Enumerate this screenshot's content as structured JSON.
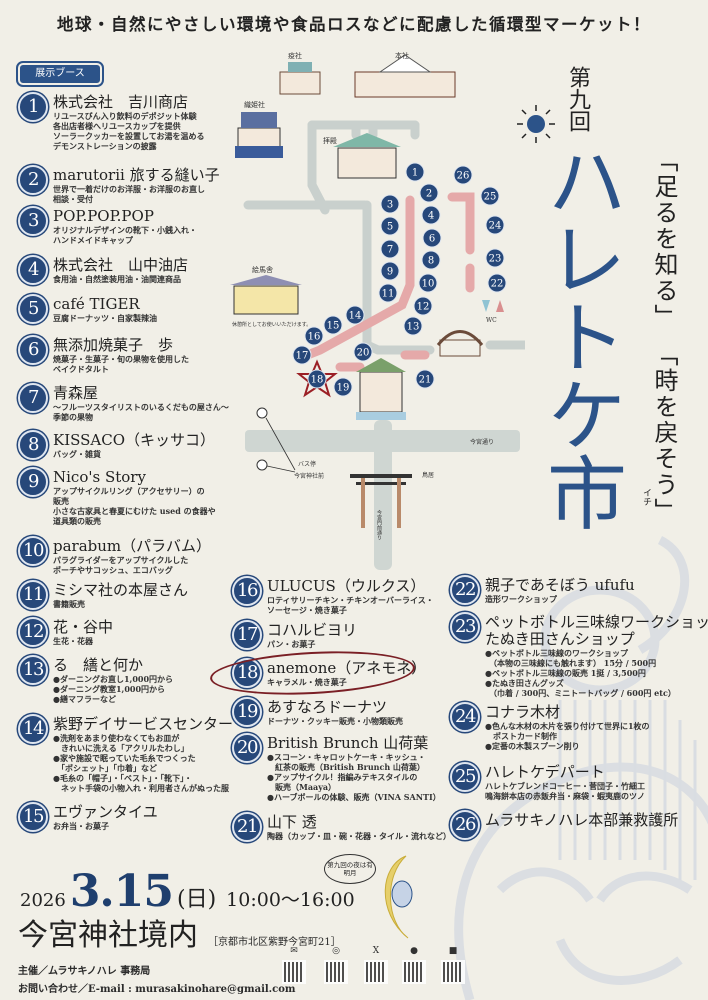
{
  "header": {
    "tagline": "地球・自然にやさしい環境や食品ロスなどに配慮した循環型マーケット！"
  },
  "booth_label": "展示ブース",
  "booths": [
    {
      "num": "1",
      "name": "株式会社　吉川商店",
      "desc": [
        "リユースびん入り飲料のデポジット体験",
        "各出店者様へリユースカップを提供",
        "ソーラークッカーを設置してお湯を温める",
        "デモンストレーションの披露"
      ]
    },
    {
      "num": "2",
      "name": "marutorii 旅する縫い子",
      "desc": [
        "世界で一着だけのお洋服・お洋服のお直し",
        "相談・受付"
      ]
    },
    {
      "num": "3",
      "name": "POP.POP.POP",
      "desc": [
        "オリジナルデザインの靴下・小銭入れ・",
        "ハンドメイドキャップ"
      ]
    },
    {
      "num": "4",
      "name": "株式会社　山中油店",
      "desc": [
        "食用油・自然塗装用油・油関連商品"
      ]
    },
    {
      "num": "5",
      "name": "café TIGER",
      "desc": [
        "豆腐ドーナッツ・自家製辣油"
      ]
    },
    {
      "num": "6",
      "name": "無添加焼菓子　歩",
      "desc": [
        "焼菓子・生菓子・旬の果物を使用した",
        "ベイクドタルト"
      ]
    },
    {
      "num": "7",
      "name": "青森屋",
      "desc": [
        "〜フルーツスタイリストのいるくだもの屋さん〜",
        "季節の果物"
      ]
    },
    {
      "num": "8",
      "name": "KISSACO（キッサコ）",
      "desc": [
        "バッグ・雑貨"
      ]
    },
    {
      "num": "9",
      "name": "Nico's Story",
      "desc": [
        "アップサイクルリング（アクセサリー）の",
        "販売",
        "小さな古家具と春夏にむけた used の食器や",
        "道具類の販売"
      ]
    },
    {
      "num": "10",
      "name": "parabum（パラバム）",
      "desc": [
        "パラグライダーをアップサイクルした",
        "ポーチやサコッシュ、エコバッグ"
      ]
    },
    {
      "num": "11",
      "name": "ミシマ社の本屋さん",
      "desc": [
        "書籍販売"
      ]
    },
    {
      "num": "12",
      "name": "花・谷中",
      "desc": [
        "生花・花器"
      ]
    },
    {
      "num": "13",
      "name": "る　繕と何か",
      "desc": [
        "●ダーニングお直し1,000円から",
        "●ダーニング教室1,000円から",
        "●繕マフラーなど"
      ]
    },
    {
      "num": "14",
      "name": "紫野デイサービスセンター",
      "desc": [
        "●洗剤をあまり使わなくてもお皿が",
        "　きれいに洗える「アクリルたわし」",
        "●家や施設で眠っていた毛糸でつくった",
        "　「ポシェット」「巾着」など",
        "●毛糸の「帽子」・「ベスト」・「靴下」・",
        "　ネット手袋の小物入れ・利用者さんがぬった服"
      ]
    },
    {
      "num": "15",
      "name": "エヴァンタイユ",
      "desc": [
        "お弁当・お菓子"
      ]
    },
    {
      "num": "16",
      "name": "ULUCUS（ウルクス）",
      "desc": [
        "ロティサリーチキン・チキンオーバーライス・",
        "ソーセージ・焼き菓子"
      ]
    },
    {
      "num": "17",
      "name": "コハルビヨリ",
      "desc": [
        "パン・お菓子"
      ]
    },
    {
      "num": "18",
      "name": "anemone（アネモネ）",
      "desc": [
        "キャラメル・焼き菓子"
      ]
    },
    {
      "num": "19",
      "name": "あすなろドーナツ",
      "desc": [
        "ドーナツ・クッキー販売・小物類販売"
      ]
    },
    {
      "num": "20",
      "name": "British Brunch 山荷葉",
      "desc": [
        "●スコーン・キャロットケーキ・キッシュ・",
        "　紅茶の販売（British Brunch 山荷葉）",
        "●アップサイクル！指編みテキスタイルの",
        "　販売（Maaya）",
        "●ハーブボールの体験、販売（VINA SANTI）"
      ]
    },
    {
      "num": "21",
      "name": "山下 透",
      "desc": [
        "陶器（カップ・皿・碗・花器・タイル・流れなど）"
      ]
    },
    {
      "num": "22",
      "name": "親子であそぼう ufufu",
      "desc": [
        "造形ワークショップ"
      ]
    },
    {
      "num": "23",
      "name": "ペットボトル三味線ワークショップ",
      "name2": "たぬき田さんショップ",
      "desc": [
        "●ペットボトル三味線のワークショップ",
        "　（本物の三味線にも触れます） 15分 / 500円",
        "●ペットボトル三味線の販売 1挺 / 3,500円",
        "●たぬき田さんグッズ",
        "　（巾着 / 300円、ミニトートバッグ / 600円 etc）"
      ]
    },
    {
      "num": "24",
      "name": "コナラ木材",
      "desc": [
        "●色んな木材の木片を張り付けて世界に1枚の",
        "　ポストカード制作",
        "●定番の木製スプーン削り"
      ]
    },
    {
      "num": "25",
      "name": "ハレトケデパート",
      "desc": [
        "ハレトケブレンドコーヒー・菅団子・竹細工",
        "鳴海餅本店の赤飯弁当・麻袋・蝦夷鹿のツノ"
      ]
    },
    {
      "num": "26",
      "name": "ムラサキノハレ本部兼救護所",
      "desc": []
    }
  ],
  "highlighted_booth": "18",
  "title": {
    "edition": "第九回",
    "main": "ハレトケ市",
    "ruby": "イチ",
    "slogans": [
      "「足るを知る」",
      "「時を戻そう」"
    ]
  },
  "map": {
    "labels": {
      "ekisha": "疫社",
      "honsha": "本社",
      "orihime": "織姫社",
      "haiden": "拝殿",
      "emasha": "絵馬舎",
      "rest_note": "休憩所としてお使いいただけます。",
      "road": "今宮通り",
      "bus_stop": "バス停",
      "bus_stop_name": "今宮神社前",
      "torii": "鳥居",
      "monzen": "今宮門前通り",
      "wc": "WC"
    }
  },
  "event": {
    "year": "2026",
    "date": "3.15",
    "weekday": "(日)",
    "time": "10:00～16:00",
    "venue": "今宮神社境内",
    "address": "［京都市北区紫野今宮町21］"
  },
  "moon_bubble": "第九回の夜は有明月",
  "footer": {
    "organizer": "主催／ムラサキノハレ 事務局",
    "contact": "お問い合わせ／E-mail : murasakinohare@gmail.com"
  },
  "social": [
    {
      "icon": "mail-icon",
      "glyph": "✉"
    },
    {
      "icon": "instagram-icon",
      "glyph": "◎"
    },
    {
      "icon": "x-icon",
      "glyph": "X"
    },
    {
      "icon": "facebook-icon",
      "glyph": "●"
    },
    {
      "icon": "line-icon",
      "glyph": "■"
    }
  ],
  "colors": {
    "navy": "#27487a",
    "title_blue": "#2c5389",
    "pink_path": "#e5a9a9",
    "gray_path": "#c9d0cd",
    "highlight_red": "#7a1f25",
    "background": "#f1efe7"
  }
}
